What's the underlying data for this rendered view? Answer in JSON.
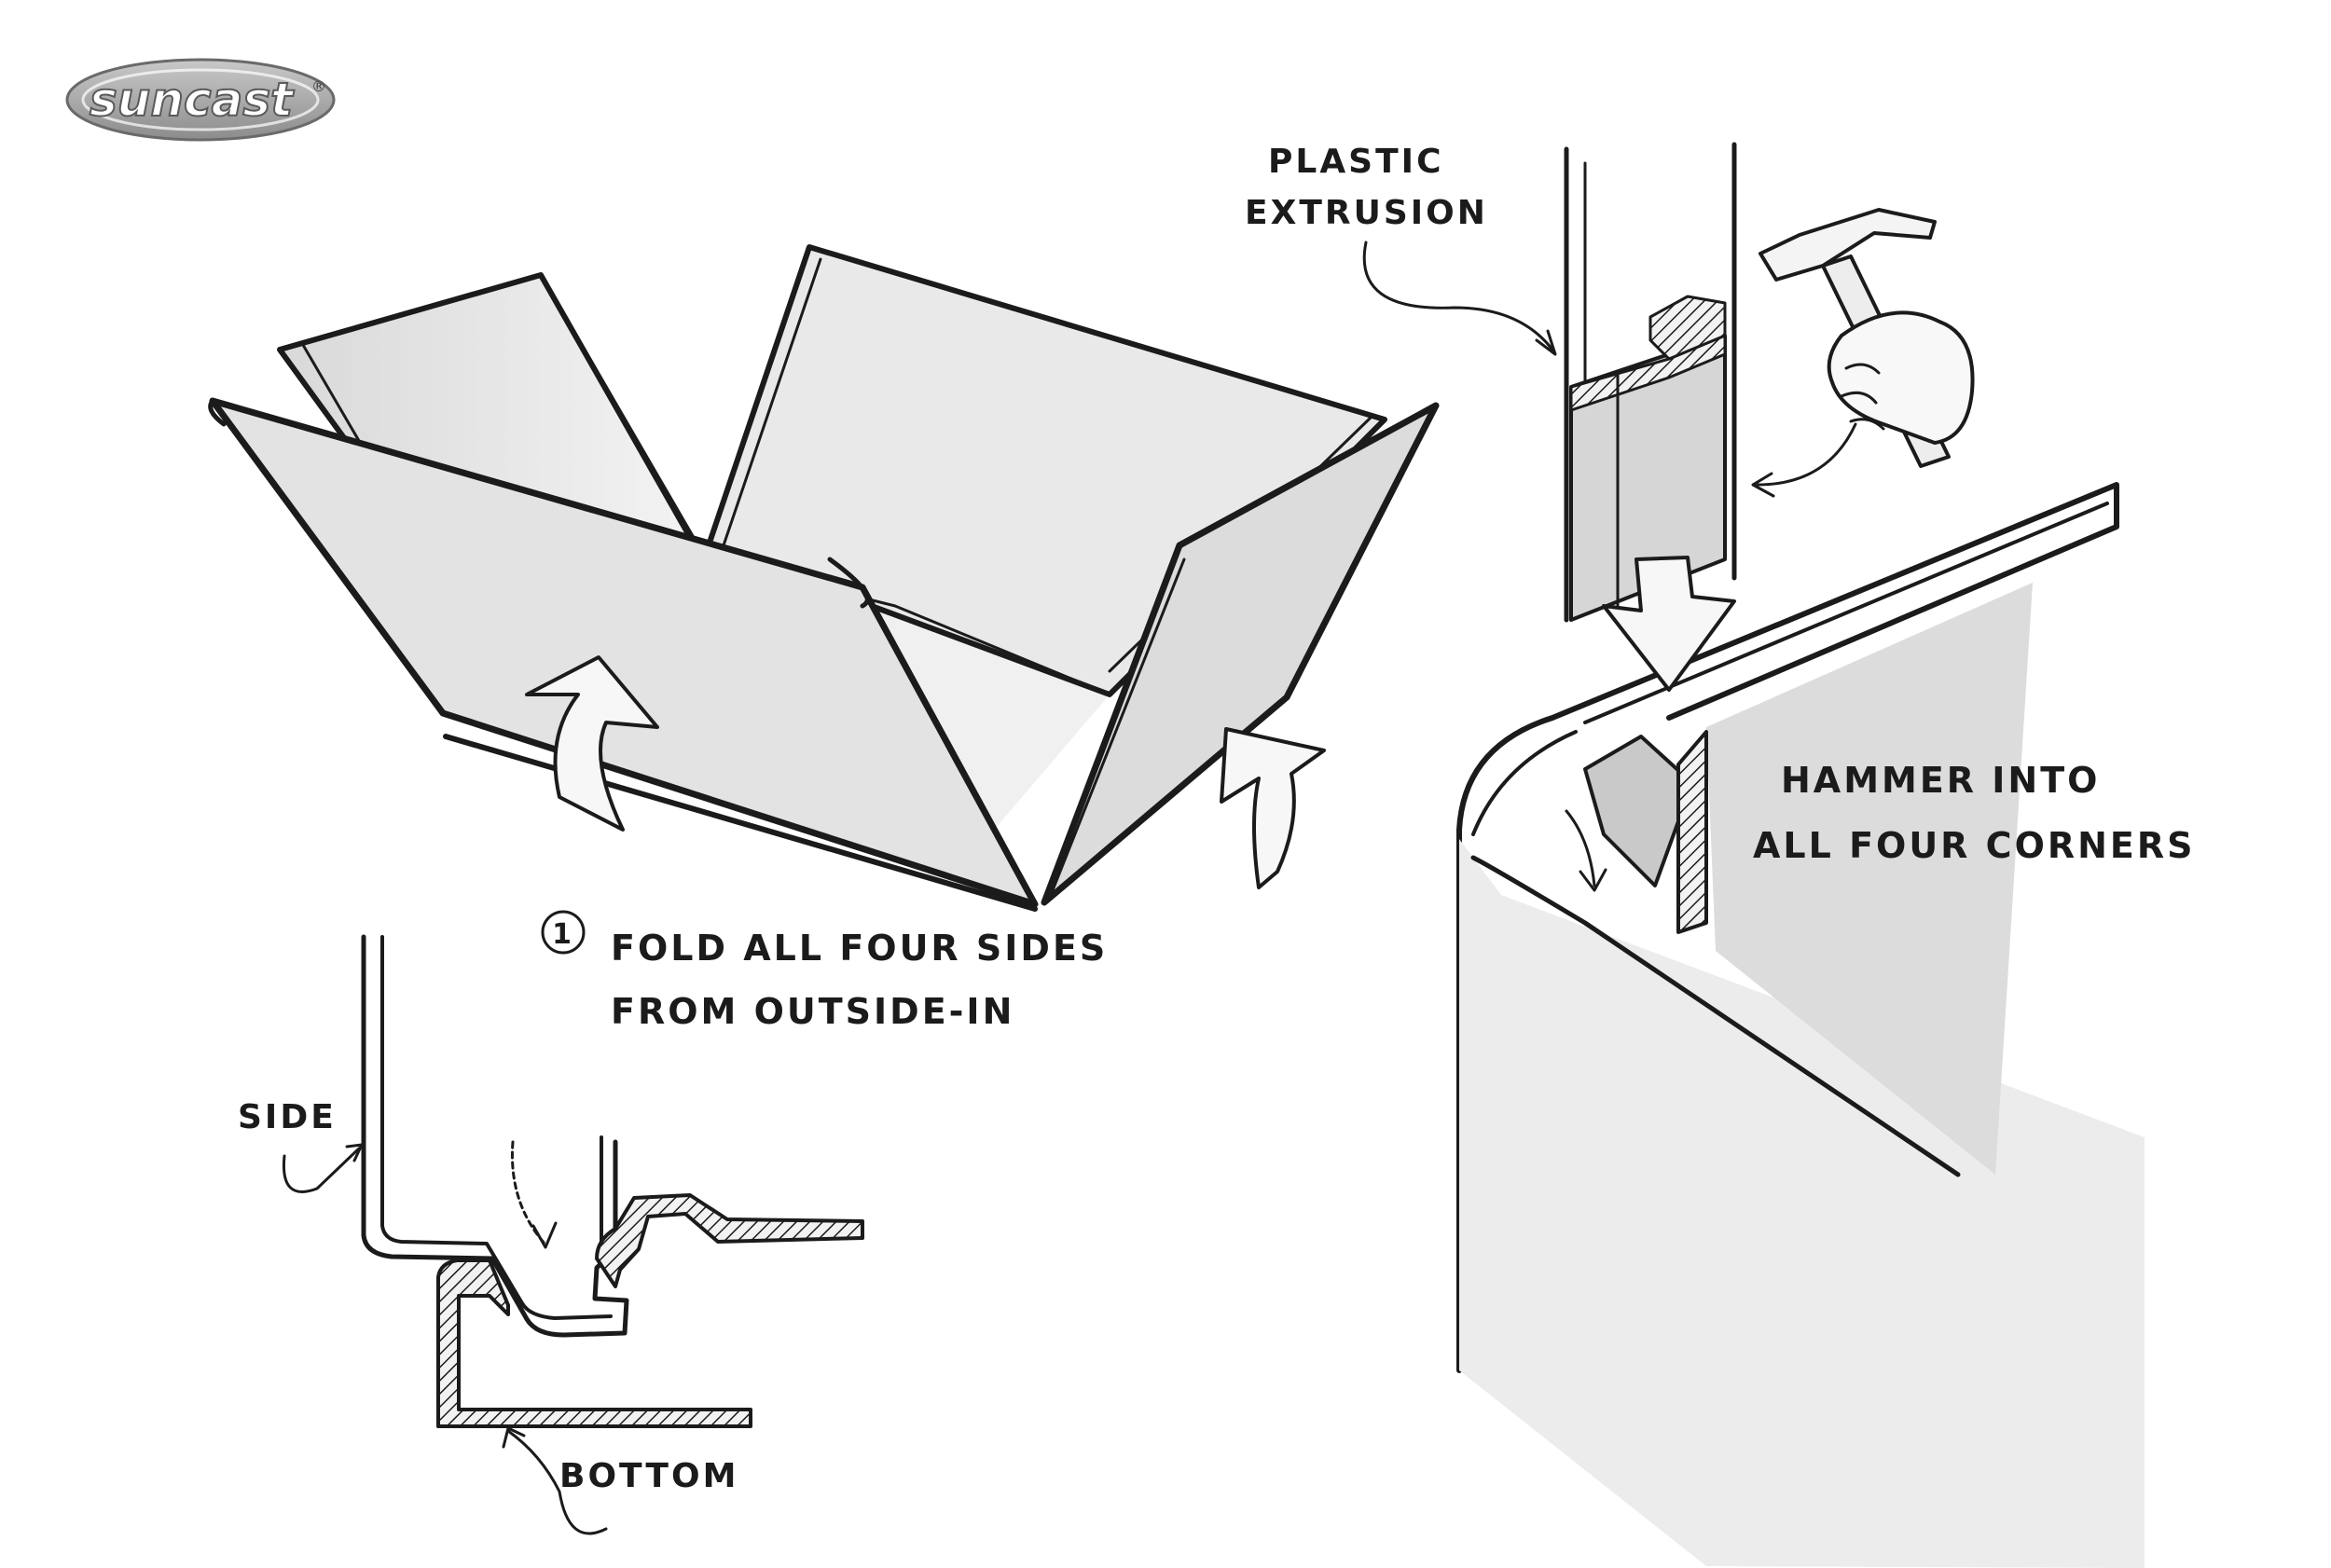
{
  "logo": {
    "text": "suncast",
    "mark": "®"
  },
  "step": {
    "number": "1",
    "line1": "FOLD ALL FOUR SIDES",
    "line2": "FROM OUTSIDE-IN"
  },
  "labels": {
    "side": "SIDE",
    "bottom": "BOTTOM",
    "extrusion_line1": "PLASTIC",
    "extrusion_line2": "EXTRUSION",
    "hammer_line1": "HAMMER INTO",
    "hammer_line2": "ALL FOUR CORNERS"
  },
  "colors": {
    "ink": "#1b1b1b",
    "panel_fill": "#e6e6e6",
    "panel_shade": "#d4d4d4",
    "arrow_fill": "#f7f7f7"
  },
  "icons": {
    "fold_arrow": "curved-up-arrow",
    "insert_arrow": "down-arrow",
    "tool": "hammer-in-hand"
  }
}
